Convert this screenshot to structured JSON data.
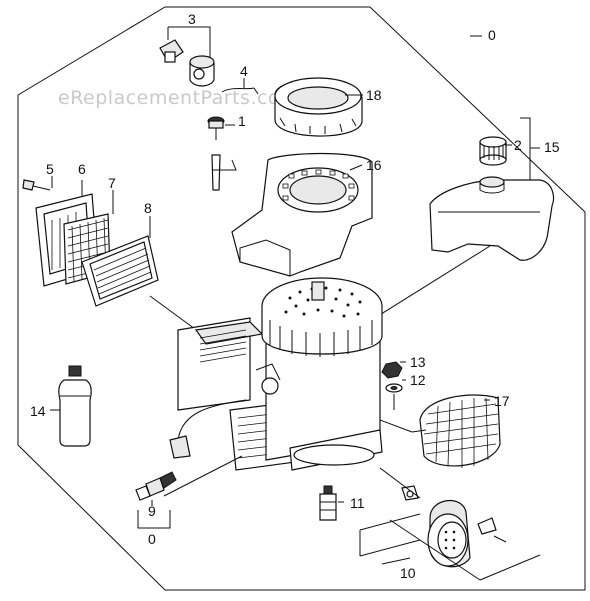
{
  "watermark": "eReplacementParts.com",
  "callouts": [
    {
      "id": "c0a",
      "text": "0"
    },
    {
      "id": "c0b",
      "text": "0"
    },
    {
      "id": "c1",
      "text": "1"
    },
    {
      "id": "c2",
      "text": "2"
    },
    {
      "id": "c3",
      "text": "3"
    },
    {
      "id": "c4",
      "text": "4"
    },
    {
      "id": "c5",
      "text": "5"
    },
    {
      "id": "c6",
      "text": "6"
    },
    {
      "id": "c7",
      "text": "7"
    },
    {
      "id": "c8",
      "text": "8"
    },
    {
      "id": "c9",
      "text": "9"
    },
    {
      "id": "c10",
      "text": "10"
    },
    {
      "id": "c11",
      "text": "11"
    },
    {
      "id": "c12",
      "text": "12"
    },
    {
      "id": "c13",
      "text": "13"
    },
    {
      "id": "c14",
      "text": "14"
    },
    {
      "id": "c15",
      "text": "15"
    },
    {
      "id": "c16",
      "text": "16"
    },
    {
      "id": "c17",
      "text": "17"
    },
    {
      "id": "c18",
      "text": "18"
    }
  ]
}
